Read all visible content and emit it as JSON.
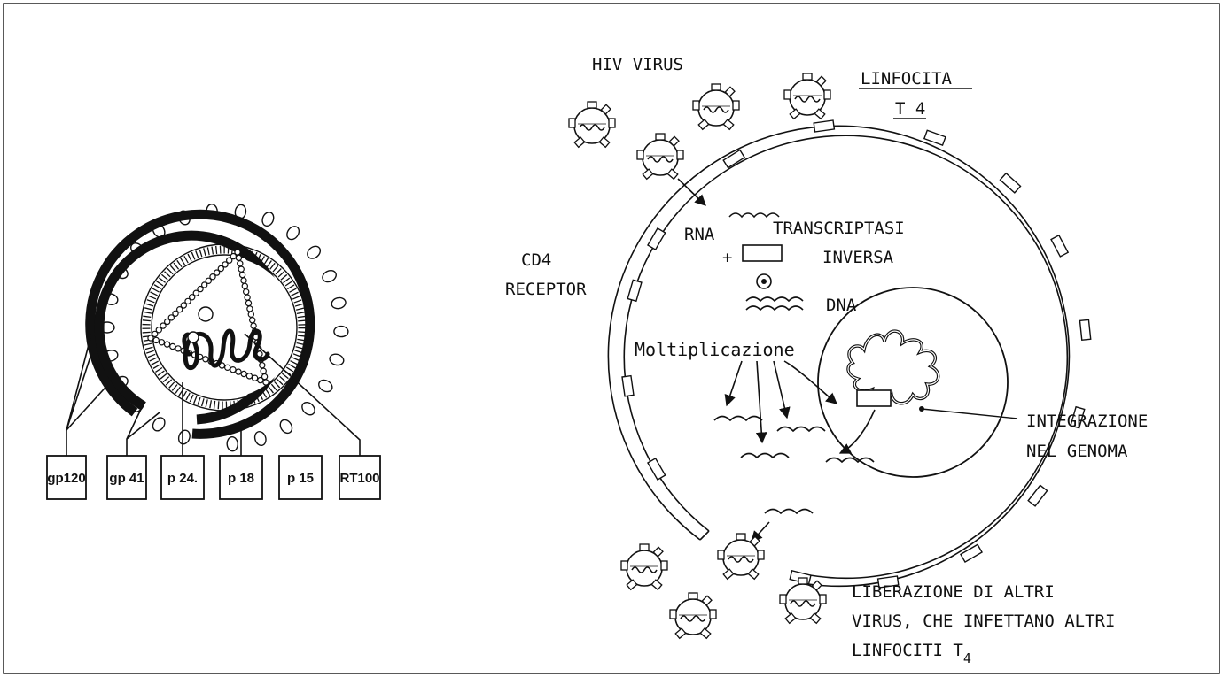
{
  "left_diagram": {
    "boxes": [
      "gp120",
      "gp 41",
      "p 24.",
      "p 18",
      "p 15",
      "RT100"
    ]
  },
  "right_diagram": {
    "hiv_virus": "HIV VIRUS",
    "linfocita_line1": "LINFOCITA",
    "linfocita_line2": "T 4",
    "cd4_line1": "CD4",
    "cd4_line2": "RECEPTOR",
    "rna": "RNA",
    "plus": "+",
    "transcriptasi_line1": "TRANSCRIPTASI",
    "transcriptasi_line2": "INVERSA",
    "dna": "DNA",
    "moltiplicazione": "Moltiplicazione",
    "integrazione_line1": "INTEGRAZIONE",
    "integrazione_line2": "NEL GENOMA",
    "liberazione_line1": "LIBERAZIONE DI ALTRI",
    "liberazione_line2": "VIRUS, CHE INFETTANO ALTRI",
    "liberazione_line3": "LINFOCITI T",
    "liberazione_sub": "4"
  }
}
